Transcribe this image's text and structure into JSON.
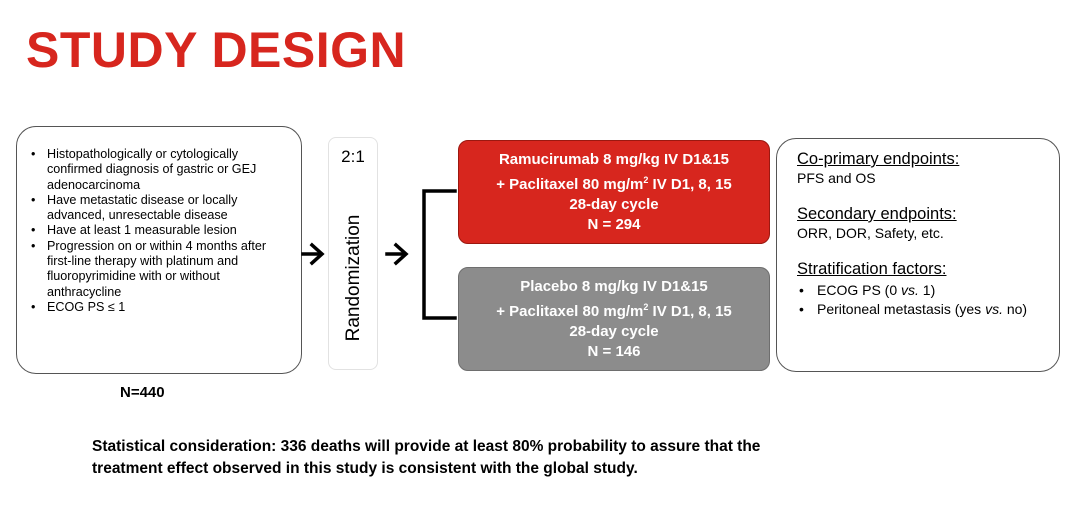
{
  "title": "STUDY DESIGN",
  "eligibility": {
    "items": [
      "Histopathologically or cytologically confirmed diagnosis of gastric or GEJ adenocarcinoma",
      "Have metastatic disease or locally advanced, unresectable disease",
      "Have at least 1 measurable lesion",
      "Progression on or within 4 months after first-line therapy with platinum and fluoropyrimidine with or without anthracycline",
      "ECOG PS ≤ 1"
    ],
    "total": "N=440"
  },
  "randomization": {
    "ratio": "2:1",
    "label": "Randomization"
  },
  "arms": [
    {
      "line1": "Ramucirumab 8 mg/kg IV D1&15",
      "line2_pre": "+ Paclitaxel 80 mg/m",
      "line2_sup": "2",
      "line2_post": " IV D1, 8, 15",
      "line3": "28-day cycle",
      "line4": "N = 294",
      "color": "#d7261e"
    },
    {
      "line1": "Placebo 8 mg/kg IV D1&15",
      "line2_pre": "+ Paclitaxel 80 mg/m",
      "line2_sup": "2",
      "line2_post": " IV D1, 8, 15",
      "line3": "28-day cycle",
      "line4": "N = 146",
      "color": "#8c8c8c"
    }
  ],
  "endpoints": {
    "primary_heading": "Co-primary endpoints:",
    "primary_text": "PFS and OS",
    "secondary_heading": "Secondary endpoints:",
    "secondary_text": "ORR, DOR, Safety, etc.",
    "strat_heading": "Stratification factors:",
    "strat_items": [
      {
        "pre": "ECOG PS (0 ",
        "em": "vs.",
        "post": " 1)"
      },
      {
        "pre": "Peritoneal metastasis (yes ",
        "em": "vs.",
        "post": " no)"
      }
    ]
  },
  "statistical_note": {
    "line1": "Statistical consideration: 336 deaths will provide at least 80% probability to assure that the",
    "line2": "treatment effect observed in this study is consistent with the global study."
  },
  "colors": {
    "title": "#d7261e",
    "arm_active": "#d7261e",
    "arm_placebo": "#8c8c8c"
  }
}
